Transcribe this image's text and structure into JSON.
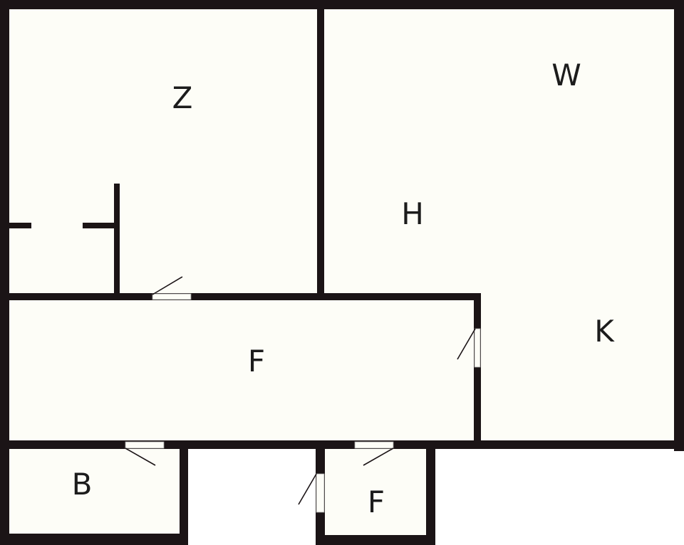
{
  "colors": {
    "wall": "#1b1416",
    "floor": "#fdfdf7",
    "background": "#ffffff"
  },
  "rooms": {
    "z": "Z",
    "w": "W",
    "h": "H",
    "k": "K",
    "f_hall": "F",
    "b": "B",
    "f_small": "F"
  }
}
